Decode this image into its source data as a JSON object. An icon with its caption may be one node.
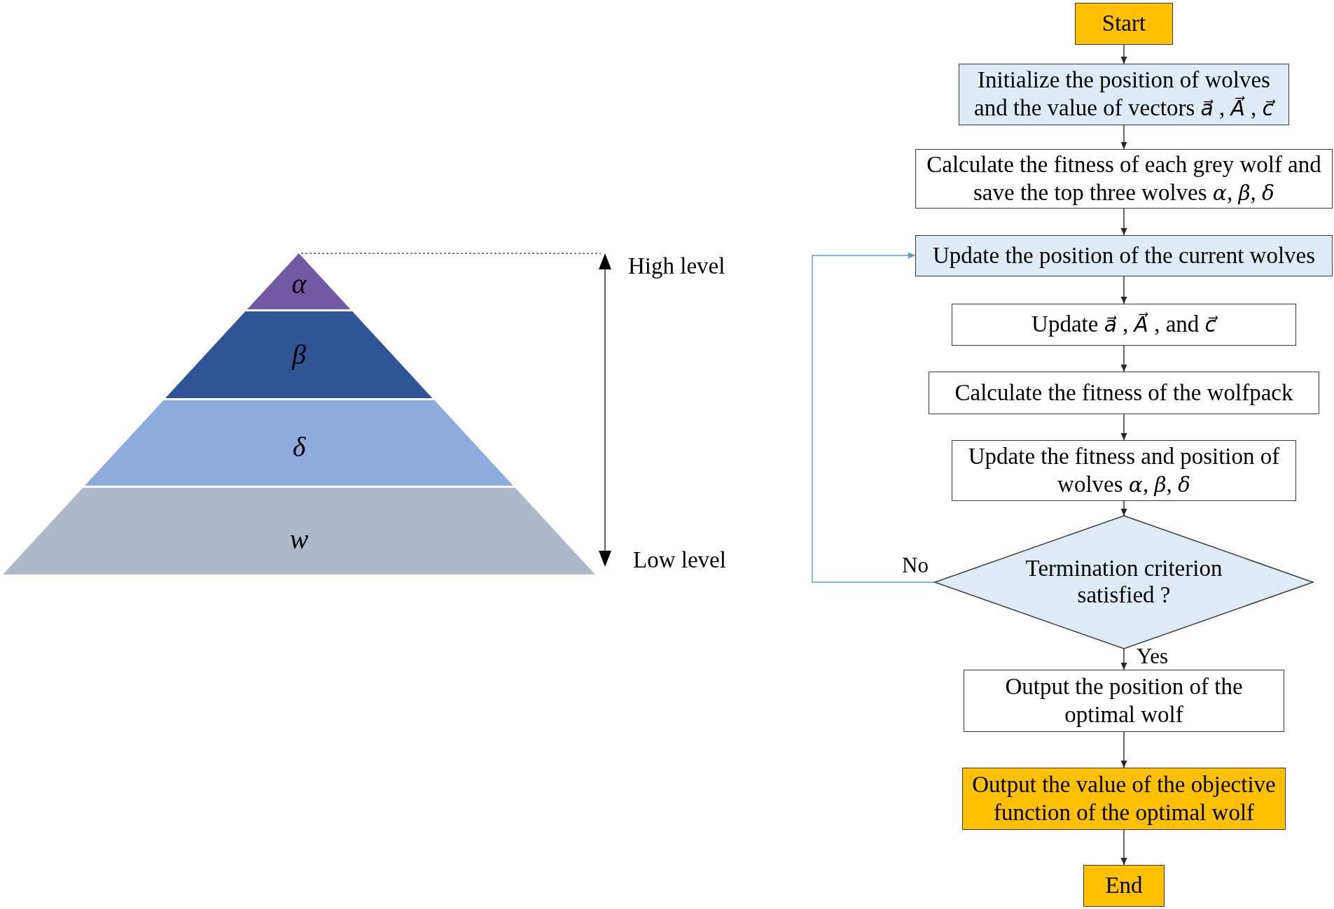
{
  "diagram": {
    "nodes": [
      {
        "text": [
          "α"
        ]
      },
      {
        "text": [
          "β"
        ]
      },
      {
        "text": [
          "δ"
        ]
      },
      {
        "text": [
          "w"
        ]
      },
      {
        "text": [
          "Start"
        ]
      },
      {
        "text": [
          "Initialize the position of wolves and the value of vectors *a⃗* , *A⃗* , *c⃗*"
        ]
      },
      {
        "text": [
          "Calculate the fitness of each grey wolf and save the top three wolves *α*, *β*, *δ*"
        ]
      },
      {
        "text": [
          "Update the position of the current wolves"
        ]
      },
      {
        "text": [
          "Update *a⃗* , *A⃗* , and *c⃗*"
        ]
      },
      {
        "text": [
          "Calculate the fitness of the wolfpack"
        ]
      },
      {
        "text": [
          "Update the fitness and position of wolves *α*, *β*, *δ*"
        ]
      },
      {
        "text": [
          "Termination criterion satisfied ?"
        ]
      },
      {
        "text": [
          "Output the position of the optimal wolf"
        ]
      },
      {
        "text": [
          "Output the value of the objective function of the optimal wolf"
        ]
      },
      {
        "text": [
          "End"
        ]
      }
    ],
    "edges": [
      {
        "from": 4,
        "to": 5,
        "arrow": "to"
      },
      {
        "from": 5,
        "to": 6,
        "arrow": "to"
      },
      {
        "from": 6,
        "to": 7,
        "arrow": "to"
      },
      {
        "from": 7,
        "to": 8,
        "arrow": "to"
      },
      {
        "from": 8,
        "to": 9,
        "arrow": "to"
      },
      {
        "from": 9,
        "to": 10,
        "arrow": "to"
      },
      {
        "from": 10,
        "to": 11,
        "arrow": "to"
      },
      {
        "from": 11,
        "to": 12,
        "arrow": "to",
        "label": "Yes"
      },
      {
        "from": 11,
        "to": 7,
        "arrow": "to",
        "label": "No",
        "color": "#5b9bd5"
      },
      {
        "from": 12,
        "to": 13,
        "arrow": "to"
      },
      {
        "from": 13,
        "to": 14,
        "arrow": "to"
      }
    ],
    "labels": [
      "High level",
      "Low level"
    ]
  }
}
